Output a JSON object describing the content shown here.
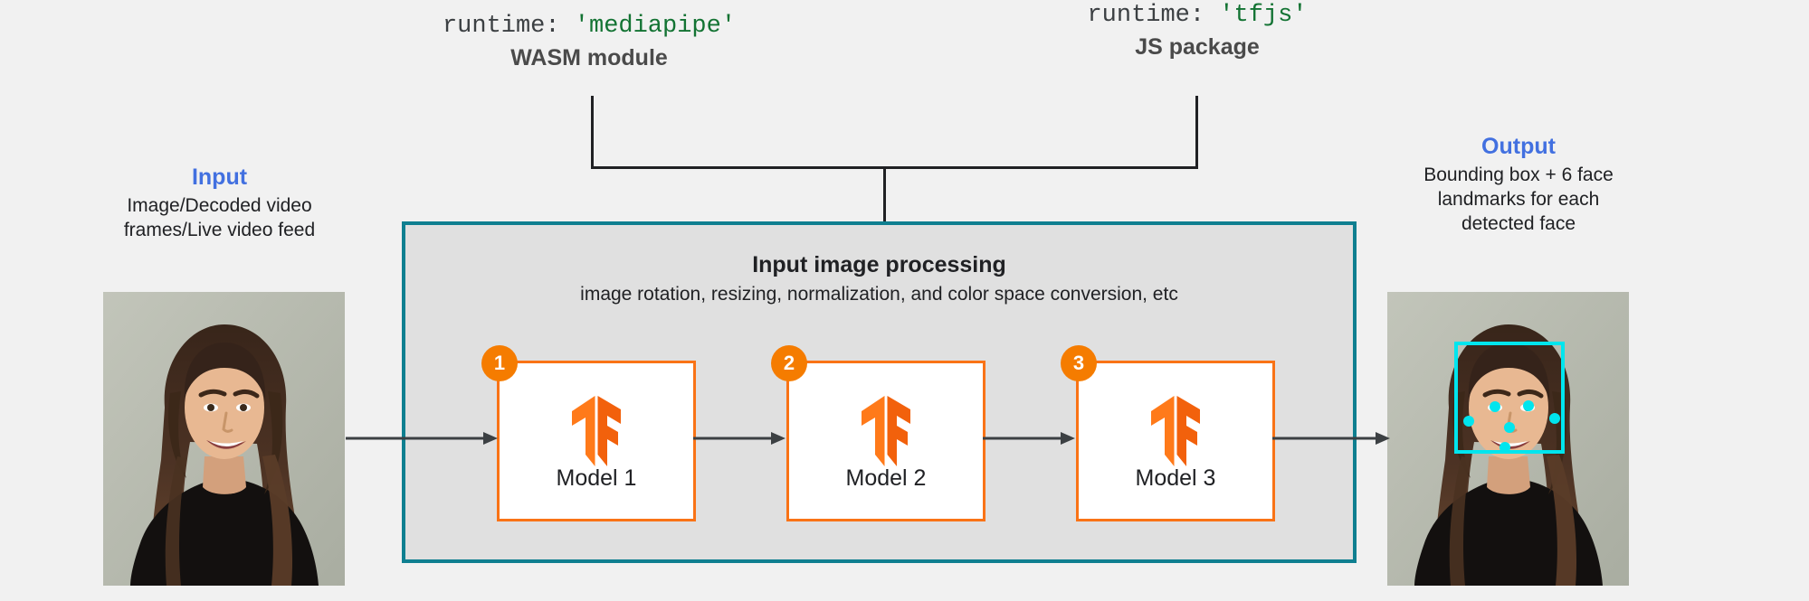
{
  "page": {
    "background_color": "#f1f1f1",
    "title": "MediaPipe / TFJS face detection pipeline diagram"
  },
  "colors": {
    "accent_blue": "#4270e0",
    "code_green": "#137333",
    "code_gray": "#3c4043",
    "teal_border": "#0f7f90",
    "proc_fill": "#e0e0e0",
    "orange_border": "#f97316",
    "badge_orange": "#f57c00",
    "landmark_cyan": "#00e5ee",
    "arrow_dark": "#3c4043"
  },
  "runtimes": [
    {
      "code_key": "runtime:",
      "code_value": "'mediapipe'",
      "sublabel": "WASM module"
    },
    {
      "code_key": "runtime:",
      "code_value": "'tfjs'",
      "sublabel": "JS package"
    }
  ],
  "input": {
    "title": "Input",
    "desc_line1": "Image/Decoded video",
    "desc_line2": "frames/Live video feed",
    "image_alt": "portrait-photo-smiling-woman"
  },
  "output": {
    "title": "Output",
    "desc_line1": "Bounding box + 6 face",
    "desc_line2": "landmarks for each",
    "desc_line3": "detected face",
    "image_alt": "portrait-photo-with-face-detection-overlay",
    "bounding_box_color": "#00e5ee",
    "landmark_count": 6
  },
  "processing": {
    "title": "Input image processing",
    "subtitle": "image rotation, resizing, normalization, and color space conversion, etc"
  },
  "models": [
    {
      "badge": "1",
      "label": "Model 1",
      "icon": "tensorflow-logo"
    },
    {
      "badge": "2",
      "label": "Model 2",
      "icon": "tensorflow-logo"
    },
    {
      "badge": "3",
      "label": "Model 3",
      "icon": "tensorflow-logo"
    }
  ]
}
